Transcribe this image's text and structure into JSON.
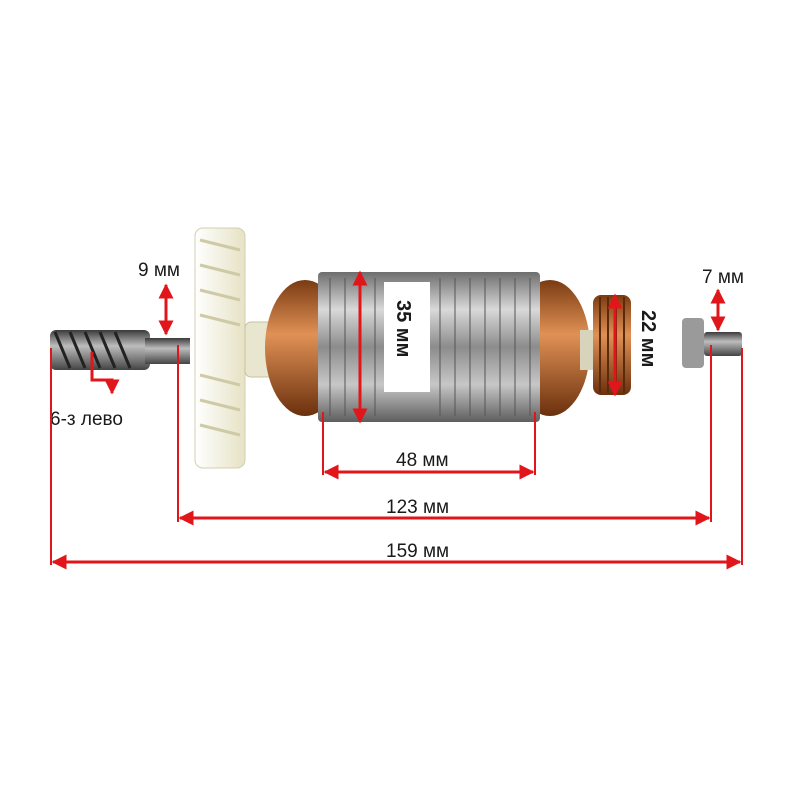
{
  "dimensions": {
    "shaft_diameter": "9 мм",
    "rear_shaft_diameter": "7 мм",
    "core_diameter": "35 мм",
    "commutator_diameter": "22 мм",
    "core_length": "48 мм",
    "bearing_span": "123 мм",
    "total_length": "159 мм",
    "gear_spec": "6-з лево"
  },
  "colors": {
    "dimension_line": "#e0161b",
    "fan": "#f1efd9",
    "copper": "#b5651d",
    "core_steel": "#8a8a8a",
    "shaft": "#5a5a5a"
  }
}
